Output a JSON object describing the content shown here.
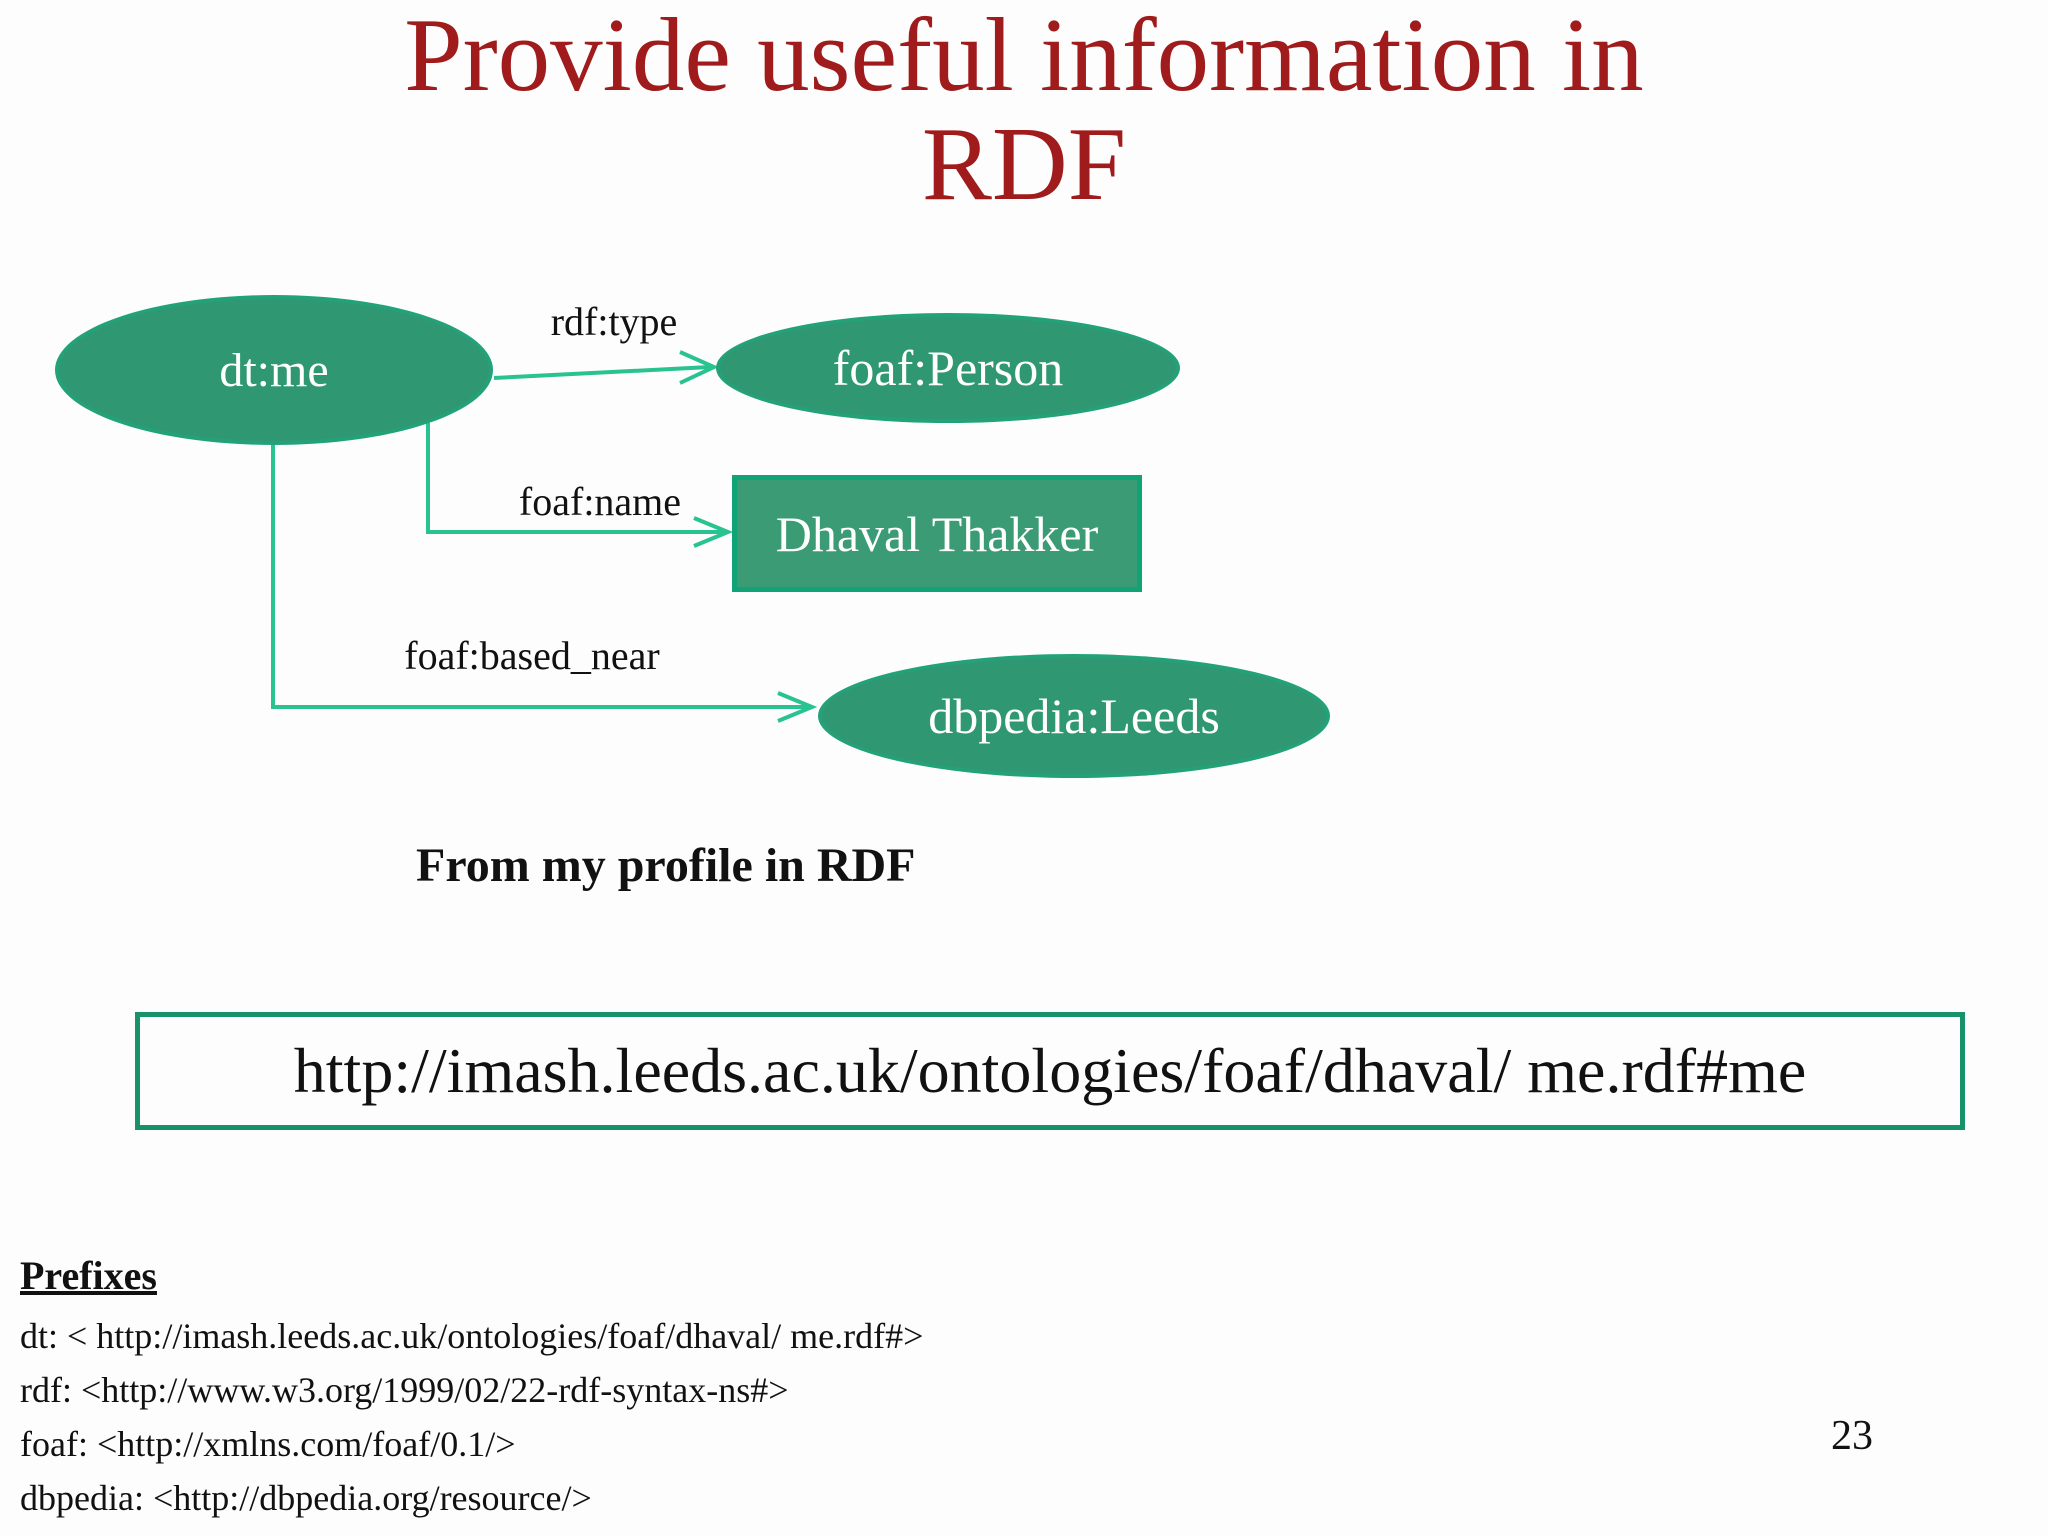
{
  "title": {
    "line1": "Provide useful information in",
    "line2": "RDF"
  },
  "diagram": {
    "nodes": [
      {
        "id": "dt-me",
        "label": "dt:me",
        "shape": "ellipse"
      },
      {
        "id": "foaf-person",
        "label": "foaf:Person",
        "shape": "ellipse"
      },
      {
        "id": "dhaval-thakker",
        "label": "Dhaval Thakker",
        "shape": "rectangle"
      },
      {
        "id": "dbpedia-leeds",
        "label": "dbpedia:Leeds",
        "shape": "ellipse"
      }
    ],
    "edges": [
      {
        "from": "dt:me",
        "to": "foaf:Person",
        "label": "rdf:type"
      },
      {
        "from": "dt:me",
        "to": "Dhaval Thakker",
        "label": "foaf:name"
      },
      {
        "from": "dt:me",
        "to": "dbpedia:Leeds",
        "label": "foaf:based_near"
      }
    ]
  },
  "caption": "From my profile in RDF",
  "uri_box": {
    "text": "http://imash.leeds.ac.uk/ontologies/foaf/dhaval/ me.rdf#me"
  },
  "prefixes": {
    "heading": "Prefixes",
    "items": [
      "dt: < http://imash.leeds.ac.uk/ontologies/foaf/dhaval/ me.rdf#>",
      "rdf: <http://www.w3.org/1999/02/22-rdf-syntax-ns#>",
      "foaf: <http://xmlns.com/foaf/0.1/>",
      "dbpedia: <http://dbpedia.org/resource/>"
    ]
  },
  "page_number": "23",
  "colors": {
    "title_red": "#a01c1c",
    "node_fill": "#2f9873",
    "node_border": "#23a27a",
    "rect_fill": "#3b9b74",
    "rect_border": "#0fa376",
    "connector_green": "#28c391",
    "uri_box_border": "#17926a"
  }
}
